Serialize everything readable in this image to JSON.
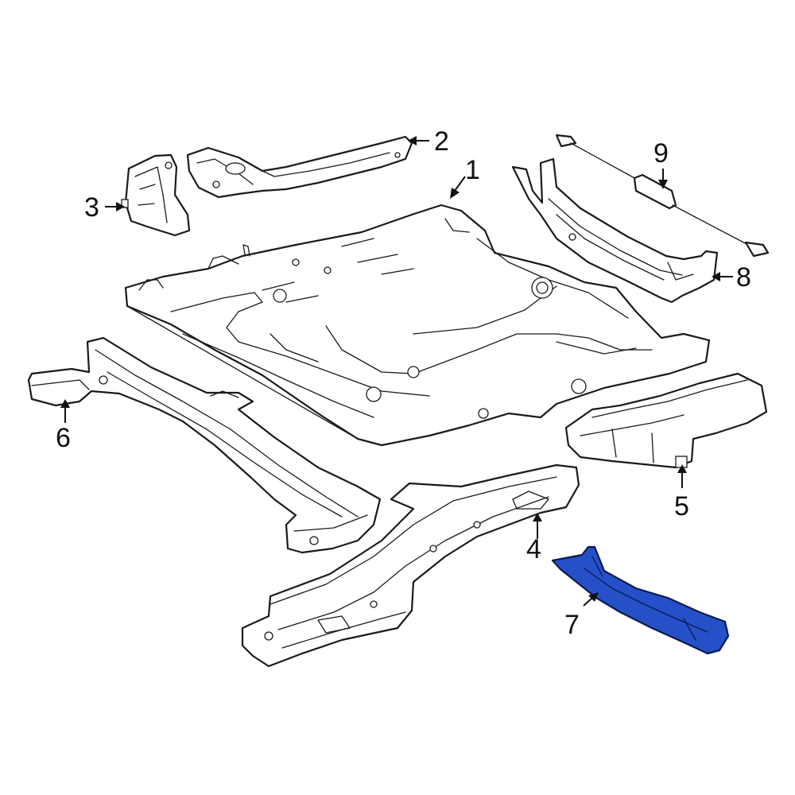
{
  "diagram": {
    "highlight_color": "#2550c8",
    "callouts": [
      {
        "id": "1",
        "label": "1"
      },
      {
        "id": "2",
        "label": "2"
      },
      {
        "id": "3",
        "label": "3"
      },
      {
        "id": "4",
        "label": "4"
      },
      {
        "id": "5",
        "label": "5"
      },
      {
        "id": "6",
        "label": "6"
      },
      {
        "id": "7",
        "label": "7"
      },
      {
        "id": "8",
        "label": "8"
      },
      {
        "id": "9",
        "label": "9"
      }
    ],
    "highlighted_part": "7"
  }
}
